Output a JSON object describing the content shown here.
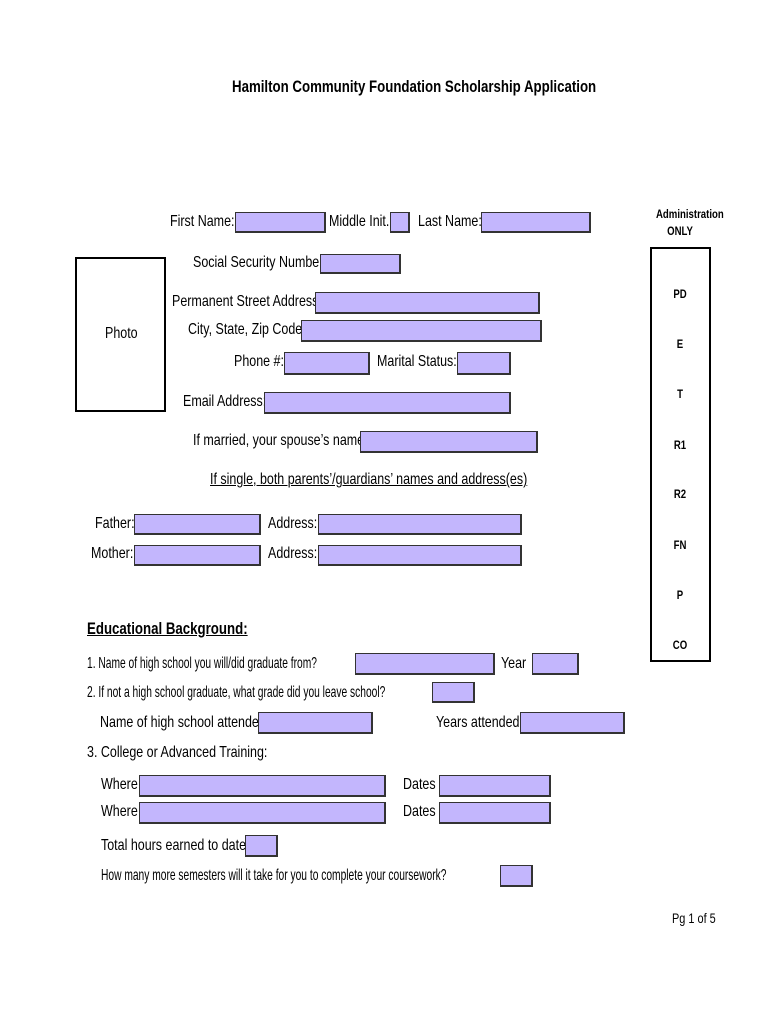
{
  "title": "Hamilton Community Foundation Scholarship Application",
  "labels": {
    "first_name": "First Name:",
    "middle_init": "Middle Init.",
    "last_name": "Last Name:",
    "ssn": "Social Security Number:",
    "photo": "Photo",
    "street": "Permanent Street Address:",
    "city": "City, State, Zip Code:",
    "phone": "Phone #:",
    "marital": "Marital Status:",
    "email": "Email Address:",
    "spouse": "If married, your spouse’s name:",
    "single_note": "If single, both parents’/guardians’ names and address(es)",
    "father": "Father:",
    "mother": "Mother:",
    "address": "Address:",
    "edu_heading": "Educational Background:",
    "q1": "1. Name of high school you will/did graduate from?",
    "year": "Year",
    "q2": "2. If not a high school graduate, what grade did you leave school?",
    "hs_attended": "Name of high school attended",
    "years_attended": "Years attended",
    "q3": "3. College or Advanced Training:",
    "where": "Where",
    "dates": "Dates",
    "total_hours": "Total hours earned to date:",
    "semesters": "How many more semesters will it take for you to complete your coursework?"
  },
  "fields": {
    "first_name": "",
    "middle_init": "",
    "last_name": "",
    "ssn": "",
    "street": "",
    "city": "",
    "phone": "",
    "marital": "",
    "email": "",
    "spouse": "",
    "father": "",
    "father_address": "",
    "mother": "",
    "mother_address": "",
    "hs_name": "",
    "hs_year": "",
    "grade_left": "",
    "hs_attended": "",
    "years_attended": "",
    "where1": "",
    "dates1": "",
    "where2": "",
    "dates2": "",
    "total_hours": "",
    "semesters": ""
  },
  "admin": {
    "heading1": "Administration",
    "heading2": "ONLY",
    "codes": [
      "PD",
      "E",
      "T",
      "R1",
      "R2",
      "FN",
      "P",
      "CO"
    ]
  },
  "footer": "Pg 1 of 5",
  "colors": {
    "field": "#c3b6fd"
  }
}
